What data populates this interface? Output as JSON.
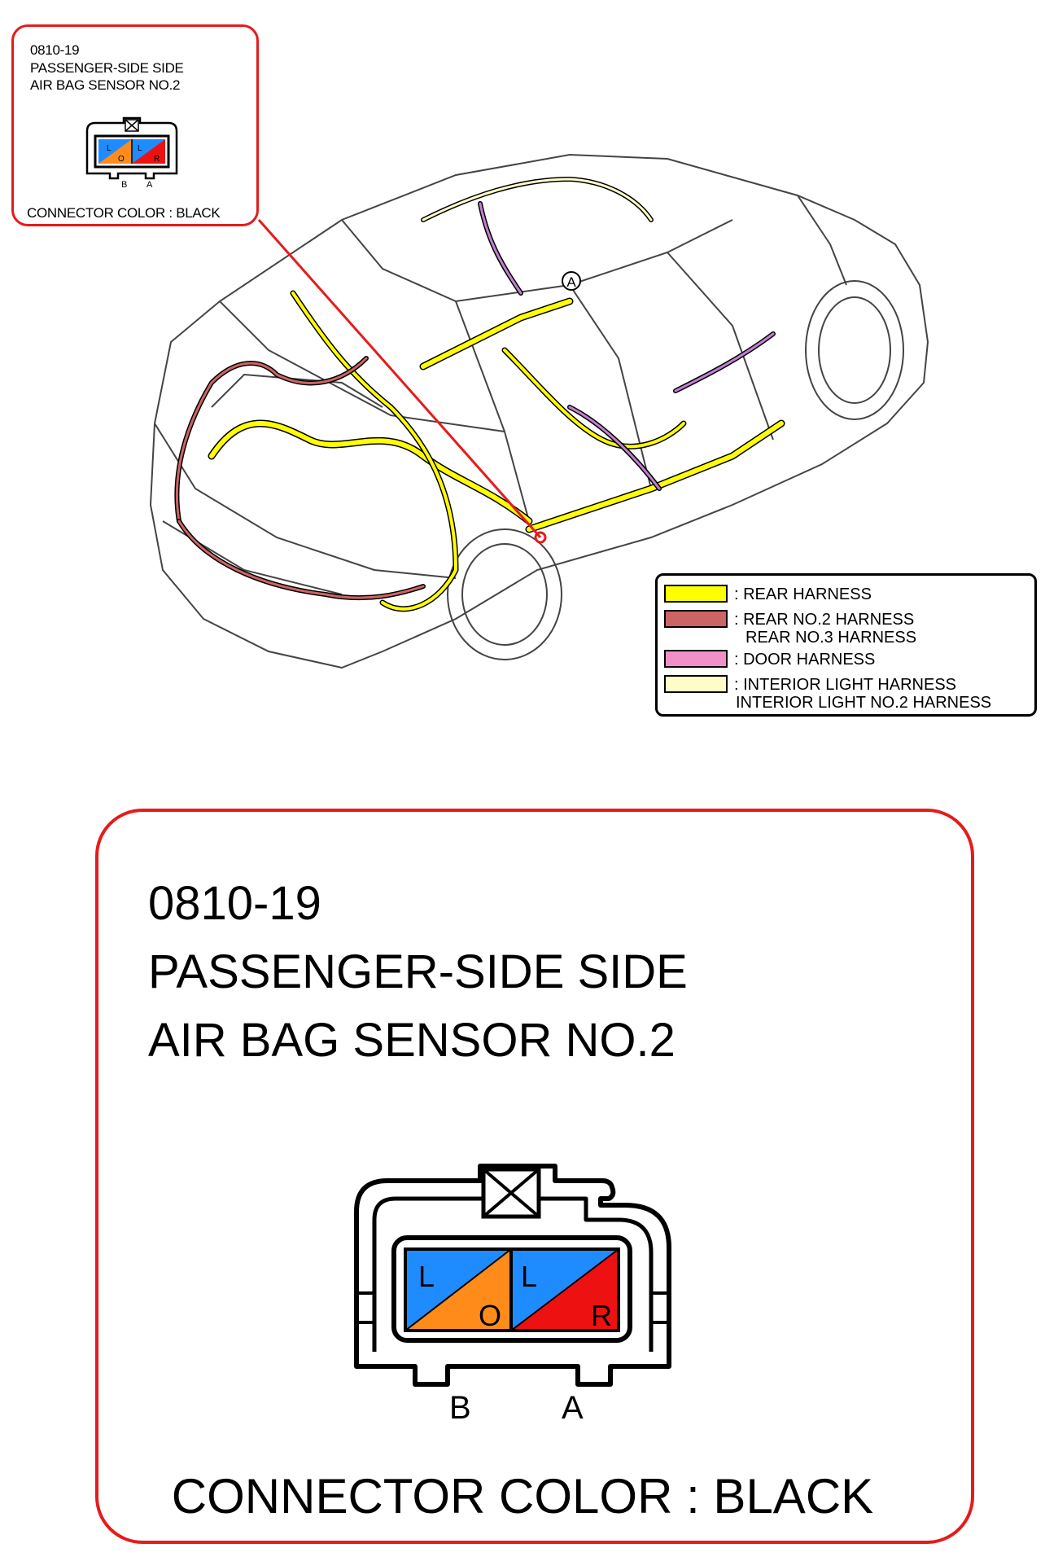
{
  "connector": {
    "code": "0810-19",
    "name_line1": "PASSENGER-SIDE SIDE",
    "name_line2": "AIR BAG SENSOR NO.2",
    "color_label": "CONNECTOR COLOR : BLACK",
    "pins": [
      {
        "label": "B",
        "wires": [
          "L",
          "O"
        ]
      },
      {
        "label": "A",
        "wires": [
          "L",
          "R"
        ]
      }
    ]
  },
  "reference_marker": "A",
  "legend": [
    {
      "color": "#ffff00",
      "lines": [
        ": REAR HARNESS"
      ]
    },
    {
      "color": "#cd6464",
      "lines": [
        ": REAR NO.2 HARNESS",
        "REAR NO.3 HARNESS"
      ]
    },
    {
      "color": "#f090c8",
      "lines": [
        ": DOOR HARNESS"
      ]
    },
    {
      "color": "#fffcc8",
      "lines": [
        ": INTERIOR LIGHT HARNESS",
        "INTERIOR LIGHT NO.2 HARNESS"
      ]
    }
  ],
  "colors": {
    "callout_border": "#e61b1b",
    "wire_blue": "#1e8cff",
    "wire_orange": "#ff8c1a",
    "wire_red": "#ee1111"
  }
}
